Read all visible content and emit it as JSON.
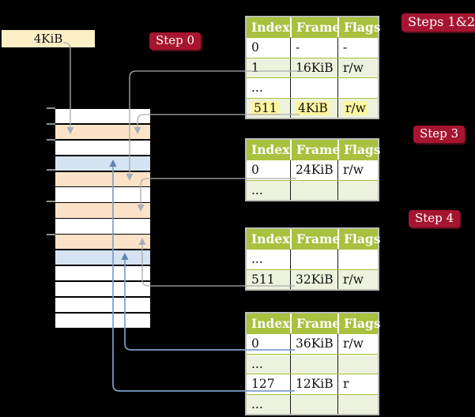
{
  "colors": {
    "background": "#000000",
    "badge_red": "#A6152F",
    "badge_text": "#FFFFFF",
    "header_green": "#A8C13E",
    "row_green": "#EDF2DE",
    "table_border": "#BDBFB7",
    "cell_divider": "#1A1A1A",
    "label_cream": "#FBEFC7",
    "memory_peach": "#FCE3C7",
    "memory_blue": "#D6E3F2",
    "memory_white": "#FFFFFF",
    "highlight_yellow": "#FCF6A0",
    "connector_gray": "#ACACAC",
    "connector_gray_arrow": "#A7AEB9",
    "connector_blue": "#7E9FCB",
    "connector_blue_arrow": "#5E81B5",
    "tick_gray": "#909090"
  },
  "frame_label": "4KiB",
  "badges": {
    "step0": "Step 0",
    "steps12": "Steps 1&2",
    "step3": "Step 3",
    "step4": "Step 4"
  },
  "memory": {
    "rows": [
      "free",
      "page-table",
      "free",
      "mapped-page",
      "page-table",
      "free",
      "page-table",
      "free",
      "page-table",
      "mapped-page",
      "free",
      "free",
      "free",
      "free"
    ]
  },
  "tables": [
    {
      "headers": [
        "Index",
        "Frame",
        "Flags"
      ],
      "rows": [
        {
          "cells": [
            "0",
            "-",
            "-"
          ]
        },
        {
          "cells": [
            "1",
            "16KiB",
            "r/w"
          ]
        },
        {
          "cells": [
            "...",
            "",
            ""
          ]
        },
        {
          "cells": [
            "511",
            "4KiB",
            "r/w"
          ],
          "highlighted": true
        }
      ]
    },
    {
      "headers": [
        "Index",
        "Frame",
        "Flags"
      ],
      "rows": [
        {
          "cells": [
            "0",
            "24KiB",
            "r/w"
          ]
        },
        {
          "cells": [
            "...",
            "",
            ""
          ]
        }
      ]
    },
    {
      "headers": [
        "Index",
        "Frame",
        "Flags"
      ],
      "rows": [
        {
          "cells": [
            "...",
            "",
            ""
          ]
        },
        {
          "cells": [
            "511",
            "32KiB",
            "r/w"
          ]
        }
      ]
    },
    {
      "headers": [
        "Index",
        "Frame",
        "Flags"
      ],
      "rows": [
        {
          "cells": [
            "0",
            "36KiB",
            "r/w"
          ]
        },
        {
          "cells": [
            "...",
            "",
            ""
          ]
        },
        {
          "cells": [
            "127",
            "12KiB",
            "r"
          ]
        },
        {
          "cells": [
            "...",
            "",
            ""
          ]
        }
      ]
    }
  ]
}
